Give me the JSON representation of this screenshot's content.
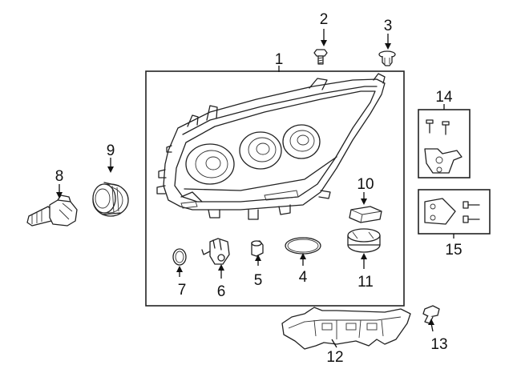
{
  "diagram": {
    "background": "#ffffff",
    "line_color": "#222222",
    "callouts": [
      {
        "label": "1",
        "part": "headlamp-assembly"
      },
      {
        "label": "2",
        "part": "bolt"
      },
      {
        "label": "3",
        "part": "clip"
      },
      {
        "label": "4",
        "part": "seal"
      },
      {
        "label": "5",
        "part": "bulb-socket"
      },
      {
        "label": "6",
        "part": "socket-wire"
      },
      {
        "label": "7",
        "part": "seal-ring"
      },
      {
        "label": "8",
        "part": "bulb"
      },
      {
        "label": "9",
        "part": "socket-boot"
      },
      {
        "label": "10",
        "part": "control-module"
      },
      {
        "label": "11",
        "part": "leveling-motor"
      },
      {
        "label": "12",
        "part": "mounting-bracket"
      },
      {
        "label": "13",
        "part": "bolt"
      },
      {
        "label": "14",
        "part": "repair-kit-upper"
      },
      {
        "label": "15",
        "part": "repair-kit-lower"
      }
    ]
  }
}
